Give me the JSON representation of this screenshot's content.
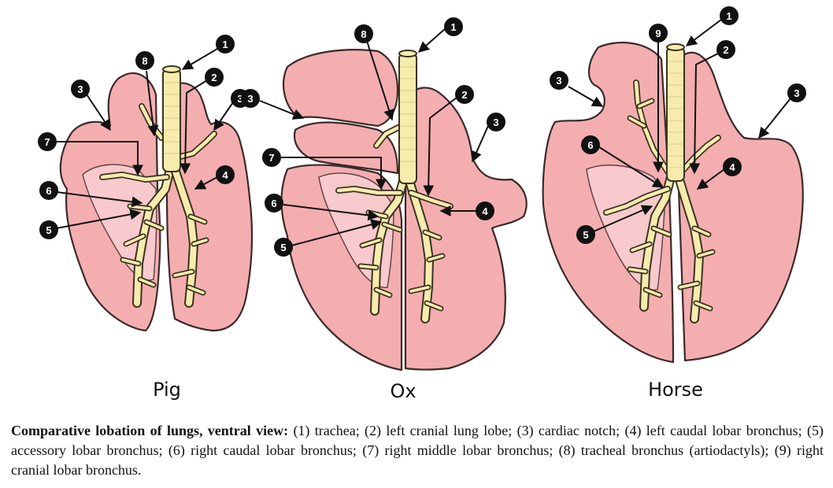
{
  "species": {
    "pig": "Pig",
    "ox": "Ox",
    "horse": "Horse"
  },
  "labels": {
    "n1": "1",
    "n2": "2",
    "n3": "3",
    "n4": "4",
    "n5": "5",
    "n6": "6",
    "n7": "7",
    "n8": "8",
    "n9": "9"
  },
  "caption": {
    "title": "Comparative lobation of lungs, ventral view:",
    "body": "(1) trachea; (2) left cranial lung lobe; (3) cardiac notch; (4) left caudal lobar bronchus; (5) accessory lobar bronchus; (6) right caudal lobar bronchus; (7) right middle lobar bronchus; (8) tracheal bronchus (artiodactyls); (9) right cranial lobar bronchus."
  },
  "colors": {
    "lung": "#f4aeb0",
    "accessory_lobe": "#f8c9cd",
    "bronchus": "#f7ecae",
    "outline": "#3a2a2a"
  }
}
